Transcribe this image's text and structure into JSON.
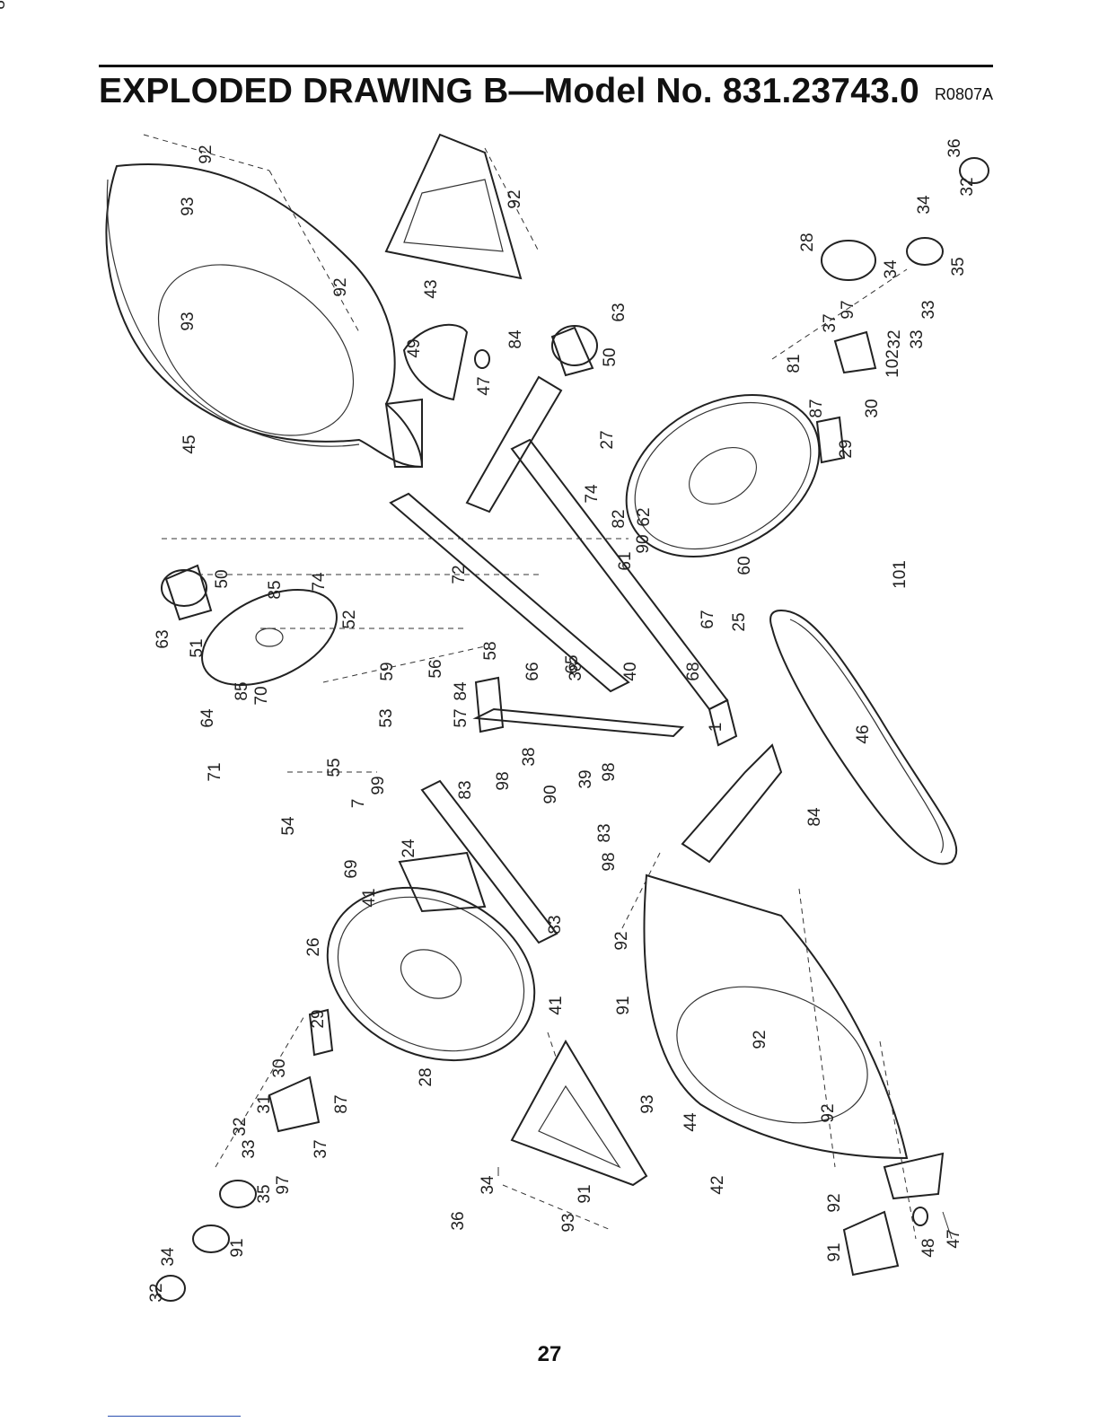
{
  "header": {
    "title": "EXPLODED DRAWING B—Model No. 831.23743.0",
    "code": "R0807A"
  },
  "page_number": "27",
  "callouts": [
    "92",
    "93",
    "92",
    "92",
    "93",
    "43",
    "36",
    "32",
    "34",
    "28",
    "34",
    "33",
    "35",
    "37",
    "97",
    "32",
    "33",
    "49",
    "84",
    "47",
    "63",
    "50",
    "102",
    "81",
    "45",
    "27",
    "87",
    "30",
    "29",
    "74",
    "82",
    "62",
    "90",
    "61",
    "72",
    "60",
    "50",
    "85",
    "74",
    "101",
    "52",
    "25",
    "67",
    "63",
    "51",
    "58",
    "65",
    "66",
    "68",
    "59",
    "56",
    "85",
    "64",
    "70",
    "53",
    "84",
    "57",
    "38",
    "40",
    "1",
    "46",
    "71",
    "55",
    "38",
    "39",
    "98",
    "83",
    "90",
    "98",
    "99",
    "7",
    "54",
    "24",
    "83",
    "98",
    "84",
    "69",
    "41",
    "83",
    "92",
    "26",
    "41",
    "91",
    "29",
    "92",
    "30",
    "31",
    "28",
    "87",
    "93",
    "32",
    "44",
    "33",
    "37",
    "92",
    "97",
    "34",
    "91",
    "42",
    "91",
    "35",
    "34",
    "32",
    "36",
    "93",
    "92",
    "91",
    "48",
    "47",
    "84"
  ]
}
